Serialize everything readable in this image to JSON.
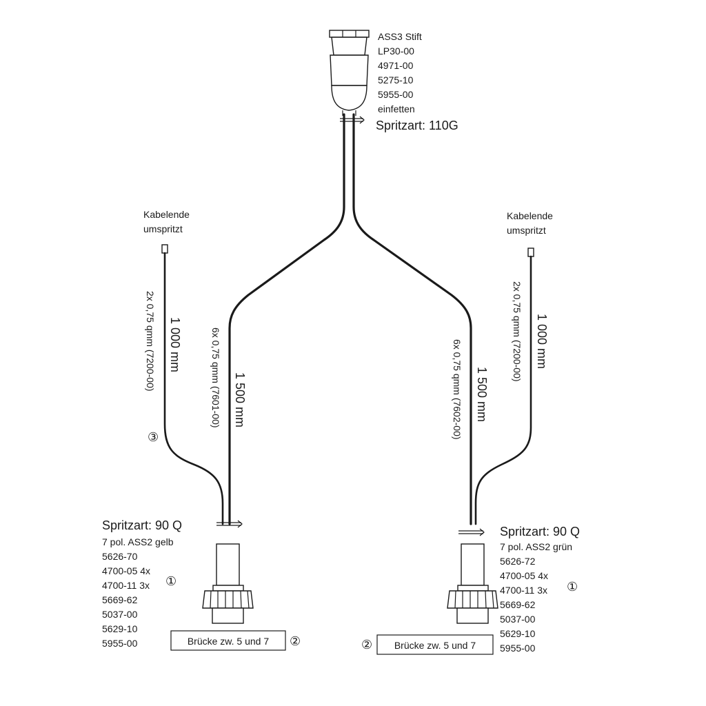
{
  "top_connector": {
    "lines": [
      "ASS3 Stift",
      "LP30-00",
      "4971-00",
      "5275-10",
      "5955-00",
      "einfetten"
    ],
    "spritzart": "Spritzart: 110G"
  },
  "left_cable_end": {
    "line1": "Kabelende",
    "line2": "umspritzt"
  },
  "right_cable_end": {
    "line1": "Kabelende",
    "line2": "umspritzt"
  },
  "left_outer_cable": {
    "spec": "2x 0,75 qmm  (7200-00)",
    "length": "1 000 mm",
    "callout": "③"
  },
  "left_main_cable": {
    "spec": "6x 0,75 qmm  (7601-00)",
    "length": "1 500 mm"
  },
  "right_main_cable": {
    "spec": "6x 0,75 qmm  (7602-00)",
    "length": "1 500 mm"
  },
  "right_outer_cable": {
    "spec": "2x 0,75 qmm  (7200-00)",
    "length": "1 000 mm"
  },
  "left_connector": {
    "spritzart": "Spritzart: 90 Q",
    "lines": [
      "7 pol. ASS2  gelb",
      "5626-70",
      "4700-05 4x",
      "4700-11 3x",
      "5669-62",
      "5037-00",
      "5629-10",
      "5955-00"
    ],
    "callout": "①",
    "bridge": "Brücke zw. 5 und 7",
    "bridge_callout": "②"
  },
  "right_connector": {
    "spritzart": "Spritzart: 90 Q",
    "lines": [
      "7 pol. ASS2  grün",
      "5626-72",
      "4700-05 4x",
      "4700-11 3x",
      "5669-62",
      "5037-00",
      "5629-10",
      "5955-00"
    ],
    "callout": "①",
    "bridge": "Brücke zw. 5 und 7",
    "bridge_callout": "②"
  }
}
